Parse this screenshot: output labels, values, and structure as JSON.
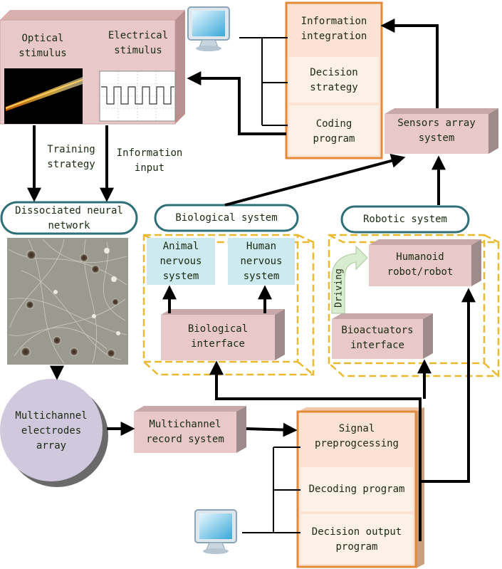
{
  "stimulus": {
    "optical": "Optical\nstimulus",
    "electrical": "Electrical\nstimulus"
  },
  "arrows_labels": {
    "training": "Training\nstrategy",
    "info_input": "Information\ninput",
    "driving": "Driving"
  },
  "pills": {
    "neural": "Dissociated neural\nnetwork",
    "biological": "Biological system",
    "robotic": "Robotic system"
  },
  "coding_panel": {
    "items": [
      "Information\nintegration",
      "Decision\nstrategy",
      "Coding\nprogram"
    ]
  },
  "sensors": "Sensors array\nsystem",
  "bio": {
    "animal": "Animal\nnervous\nsystem",
    "human": "Human\nnervous\nsystem",
    "interface": "Biological\ninterface"
  },
  "robot": {
    "humanoid": "Humanoid\nrobot/robot",
    "bioactuators": "Bioactuators\ninterface"
  },
  "electrodes": "Multichannel\nelectrodes\narray",
  "record": "Multichannel\nrecord system",
  "decoding_panel": {
    "items": [
      "Signal\npreprogcessing",
      "Decoding program",
      "Decision output\nprogram"
    ]
  },
  "colors": {
    "pink_box": "#e8c8c8",
    "orange_border": "#e38a3a",
    "light_orange": "#fde9dc",
    "light_blue": "#cdeaf0",
    "pill_border": "#2f6f78",
    "dashed_yellow": "#eab930",
    "electrode_fill": "#d0c8dc"
  }
}
